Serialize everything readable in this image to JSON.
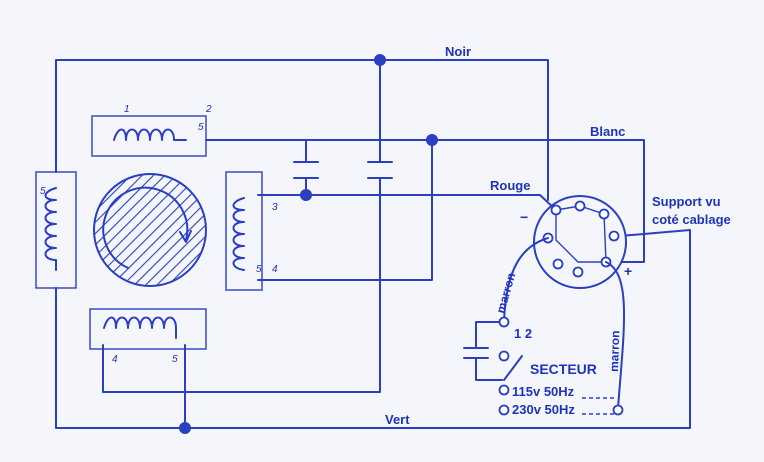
{
  "labels": {
    "noir": "Noir",
    "blanc": "Blanc",
    "rouge": "Rouge",
    "vert": "Vert",
    "support_line1": "Support vu",
    "support_line2": "coté cablage",
    "positions": "1 2",
    "secteur": "SECTEUR",
    "v115": "115v 50Hz",
    "v230": "230v 50Hz",
    "marron": "marron",
    "minus": "−",
    "plus": "+"
  },
  "pins": {
    "t1": "1",
    "t2": "2",
    "t3": "3",
    "t4": "4",
    "t5": "5"
  },
  "colors": {
    "ink": "#2a3fc2",
    "paper": "#f4f6fb"
  }
}
